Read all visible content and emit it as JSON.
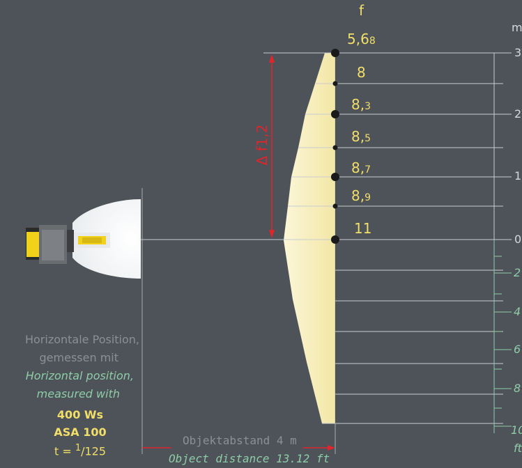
{
  "header": {
    "f_label": "f"
  },
  "units": {
    "meters": "m",
    "feet": "ft"
  },
  "apertures": [
    {
      "main": "5,6",
      "sub": "8"
    },
    {
      "main": "8",
      "sub": ""
    },
    {
      "main": "8,",
      "sub": "3"
    },
    {
      "main": "8,",
      "sub": "5"
    },
    {
      "main": "8,",
      "sub": "7"
    },
    {
      "main": "8,",
      "sub": "9"
    },
    {
      "main": "11",
      "sub": ""
    }
  ],
  "delta_label": "Δ f1,2",
  "scale_m": [
    "3",
    "2",
    "1",
    "0"
  ],
  "scale_ft": [
    "2",
    "4",
    "6",
    "8",
    "10"
  ],
  "caption": {
    "de_line1": "Horizontale Position,",
    "de_line2": "gemessen mit",
    "en_line1": "Horizontal position,",
    "en_line2": "measured with"
  },
  "specs": {
    "power": "400 Ws",
    "asa": "ASA 100",
    "t_prefix": "t = ",
    "t_num": "1",
    "t_den": "/125"
  },
  "distance": {
    "de": "Objektabstand  4 m",
    "en": "Object distance 13.12 ft"
  },
  "colors": {
    "background": "#4d5358",
    "yellow": "#f2df6a",
    "red": "#e0252d",
    "green": "#8fcca8",
    "gray_text": "#8a9096"
  }
}
